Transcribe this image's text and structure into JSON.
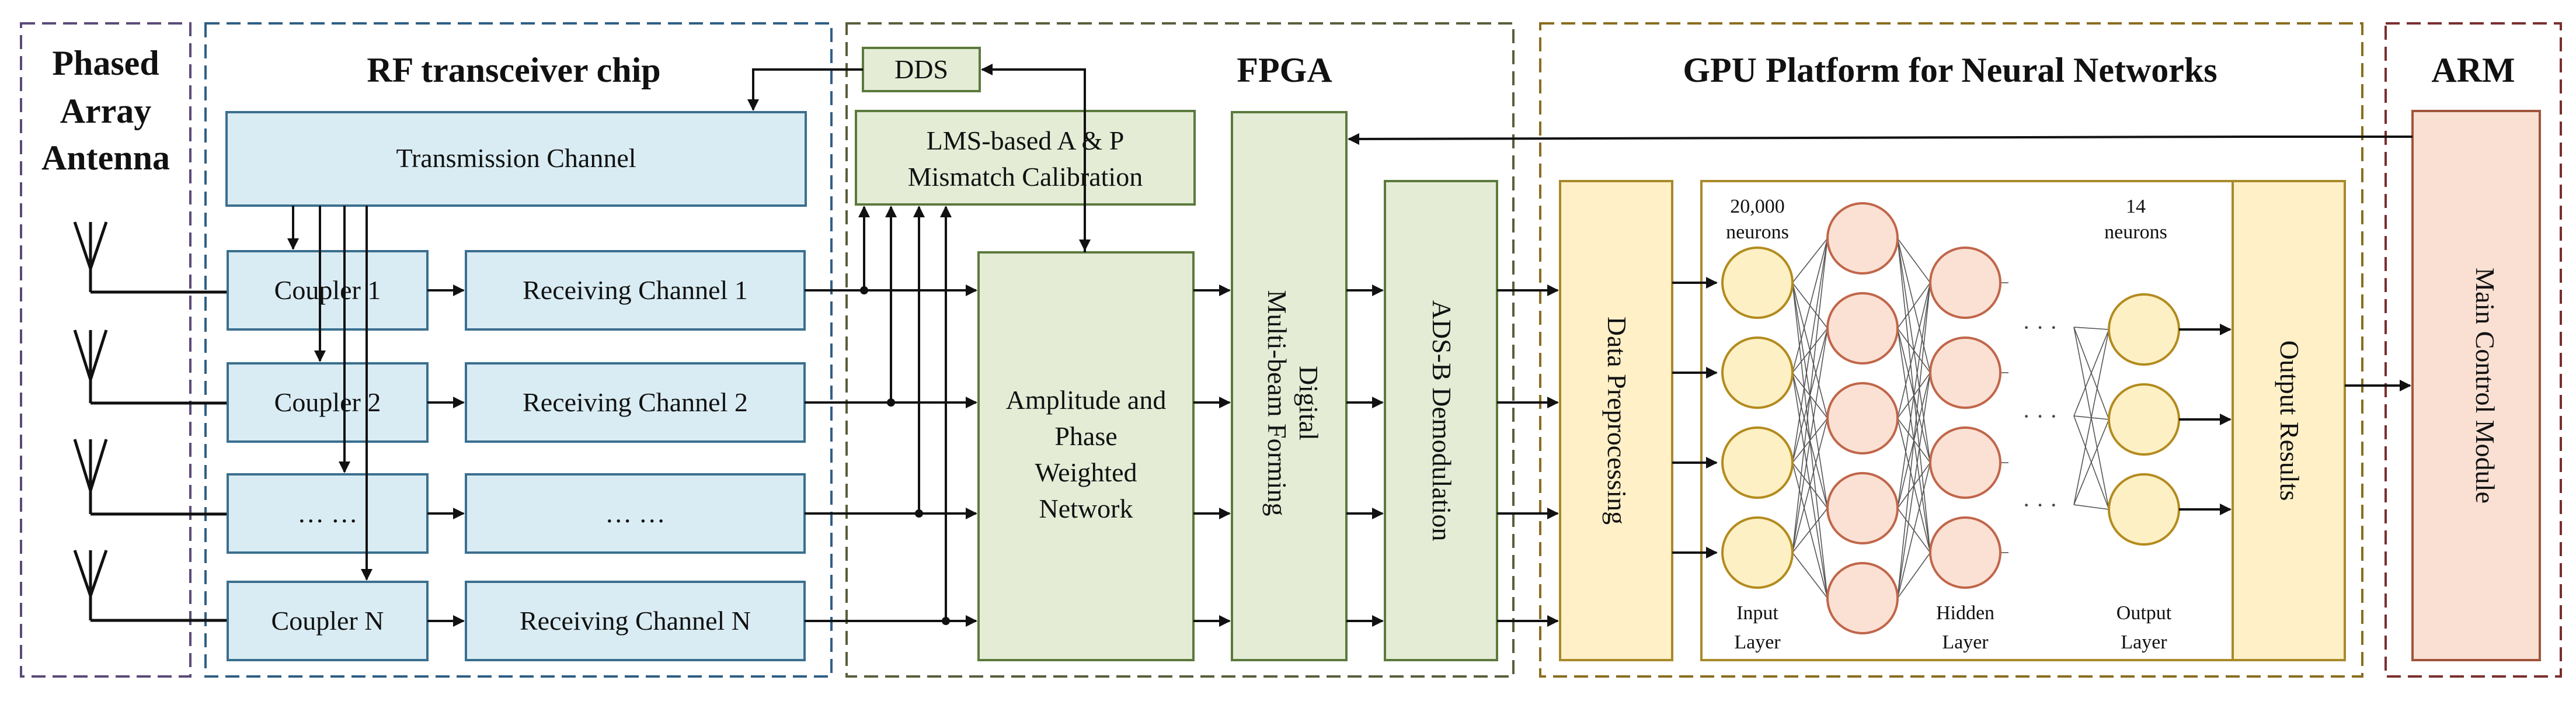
{
  "sections": {
    "antenna": {
      "title_lines": [
        "Phased",
        "Array",
        "Antenna"
      ],
      "border_color": "#5a4a78"
    },
    "rf": {
      "title": "RF transceiver chip",
      "border_color": "#2f5f85"
    },
    "fpga": {
      "title": "FPGA",
      "border_color": "#5a5e3c"
    },
    "gpu": {
      "title": "GPU Platform for Neural Networks",
      "border_color": "#8a6d1f"
    },
    "arm": {
      "title": "ARM",
      "border_color": "#7a2e2e"
    }
  },
  "rf": {
    "transmission": "Transmission Channel",
    "couplers": [
      "Coupler 1",
      "Coupler 2",
      "… …",
      "Coupler N"
    ],
    "receivers": [
      "Receiving Channel 1",
      "Receiving Channel 2",
      "… …",
      "Receiving Channel N"
    ]
  },
  "fpga": {
    "dds": "DDS",
    "lms_lines": [
      "LMS-based A & P",
      "Mismatch Calibration"
    ],
    "weighted_lines": [
      "Amplitude and",
      "Phase",
      "Weighted",
      "Network"
    ],
    "beam_lines": [
      "Digital",
      "Multi-beam Forming"
    ],
    "adsb": "ADS-B Demodulation"
  },
  "gpu": {
    "preprocessing": "Data Preprocessing",
    "output": "Output Results",
    "input_neurons_count": "20,000",
    "output_neurons_count": "14",
    "neurons_word": "neurons",
    "input_layer_lines": [
      "Input",
      "Layer"
    ],
    "hidden_layer_lines": [
      "Hidden",
      "Layer"
    ],
    "output_layer_lines": [
      "Output",
      "Layer"
    ],
    "ellipsis": "· · ·"
  },
  "arm": {
    "main_control": "Main Control Module"
  },
  "colors": {
    "rf_fill": "#d9ecf3",
    "rf_stroke": "#3b6f8f",
    "fpga_fill": "#e4ecd6",
    "fpga_stroke": "#5b7a3c",
    "gpu_fill": "#fff0c8",
    "gpu_stroke": "#a88a2a",
    "neuron_in_fill": "#fdf0c4",
    "neuron_in_stroke": "#b38b1e",
    "neuron_hid_fill": "#fbe1d4",
    "neuron_hid_stroke": "#c0664a",
    "arm_fill": "#f9e0d3",
    "arm_stroke": "#a0553a",
    "arrow": "#111111"
  }
}
